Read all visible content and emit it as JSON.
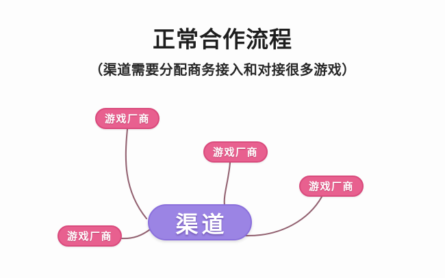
{
  "header": {
    "title": "正常合作流程",
    "subtitle": "（渠道需要分配商务接入和对接很多游戏）"
  },
  "diagram": {
    "hub": {
      "label": "渠道",
      "color": "#9b84e4",
      "border_color": "#8a6fdc",
      "text_color": "#ffffff"
    },
    "vendor_color": "#e8608f",
    "vendor_border_color": "#d94a7c",
    "edge_color": "#8a5565",
    "background": "#fdfdfd",
    "nodes": [
      {
        "id": "v1",
        "label": "游戏厂商",
        "position": "top-left"
      },
      {
        "id": "v2",
        "label": "游戏厂商",
        "position": "top-center"
      },
      {
        "id": "v3",
        "label": "游戏厂商",
        "position": "right"
      },
      {
        "id": "v4",
        "label": "游戏厂商",
        "position": "bottom-left"
      }
    ],
    "edges": [
      {
        "from": "v1",
        "to": "hub"
      },
      {
        "from": "v2",
        "to": "hub"
      },
      {
        "from": "v3",
        "to": "hub"
      },
      {
        "from": "v4",
        "to": "hub"
      }
    ]
  }
}
